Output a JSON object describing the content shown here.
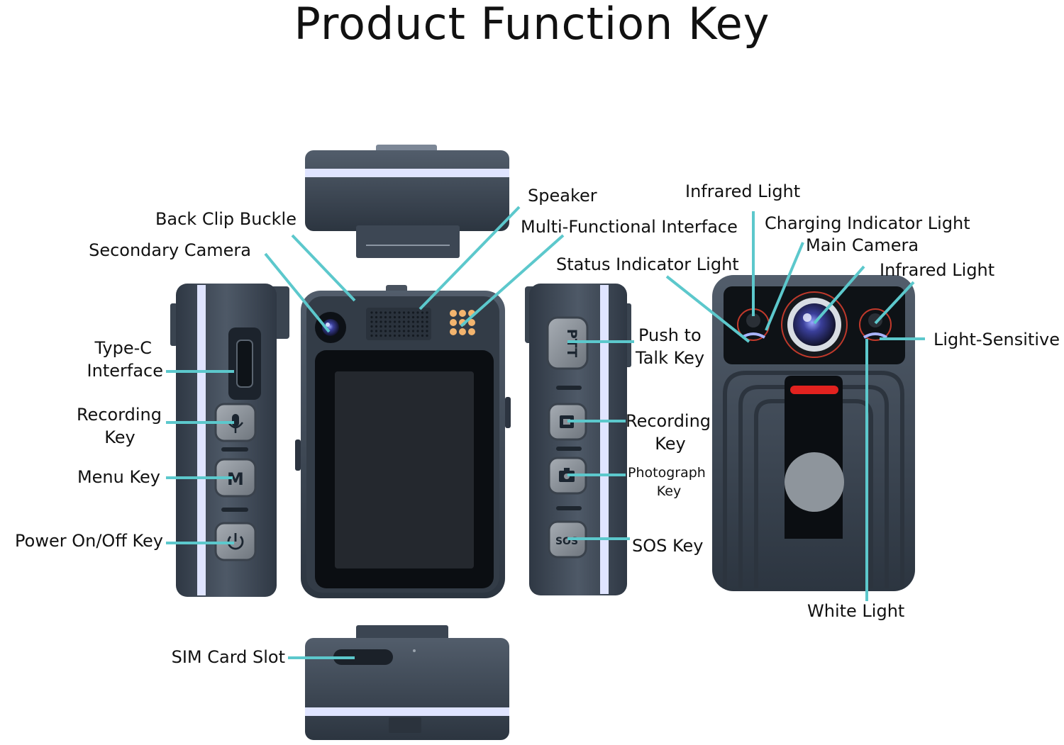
{
  "title": "Product Function Key",
  "colors": {
    "leader": "#5cc8cc",
    "body_dark": "#3b4552",
    "body_mid": "#4d5866",
    "stripe": "#dfe4ff",
    "button": "#8a9199",
    "background": "#ffffff"
  },
  "labels": {
    "back_clip_buckle": "Back Clip Buckle",
    "secondary_camera": "Secondary Camera",
    "speaker": "Speaker",
    "multi_functional_interface": "Multi-Functional Interface",
    "type_c_line1": "Type-C",
    "type_c_line2": "Interface",
    "recording_key_left_line1": "Recording",
    "recording_key_left_line2": "Key",
    "menu_key": "Menu Key",
    "power_key": "Power On/Off Key",
    "sim_card_slot": "SIM Card Slot",
    "push_to_talk_line1": "Push to",
    "push_to_talk_line2": "Talk Key",
    "recording_key_right_line1": "Recording",
    "recording_key_right_line2": "Key",
    "photograph_key_line1": "Photograph",
    "photograph_key_line2": "Key",
    "sos_key": "SOS Key",
    "infrared_light_top": "Infrared Light",
    "charging_indicator_light": "Charging Indicator Light",
    "main_camera": "Main Camera",
    "status_indicator_light": "Status Indicator Light",
    "infrared_light_right": "Infrared Light",
    "light_sensitive": "Light-Sensitive",
    "white_light": "White Light"
  },
  "button_glyphs": {
    "menu": "M",
    "ptt": "PTT",
    "sos": "SOS"
  },
  "icons": [
    "microphone-icon",
    "power-icon",
    "record-icon",
    "camera-icon",
    "usb-c-port-icon"
  ]
}
